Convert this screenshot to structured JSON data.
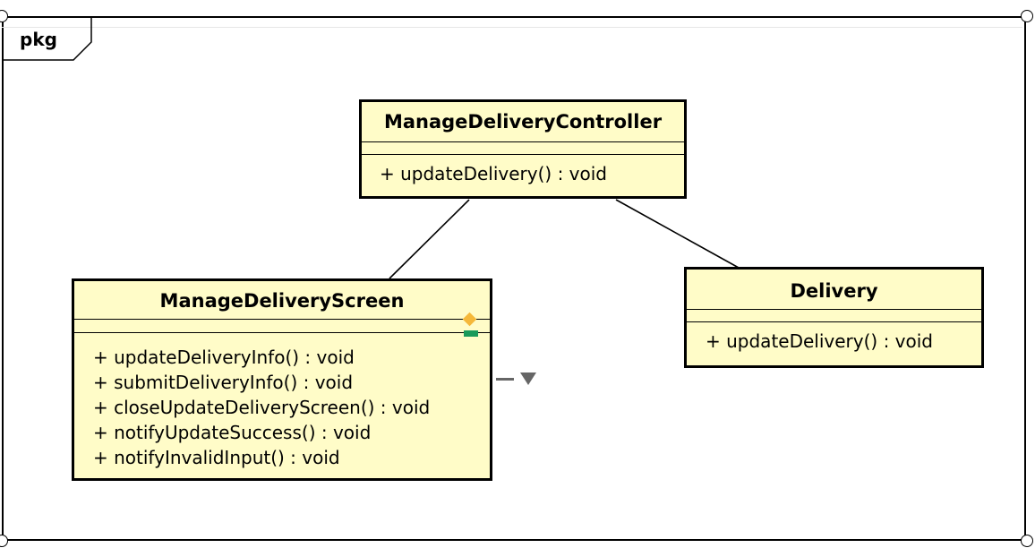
{
  "frame": {
    "label": "pkg"
  },
  "classes": {
    "controller": {
      "name": "ManageDeliveryController",
      "operations": [
        "+ updateDelivery() : void"
      ]
    },
    "screen": {
      "name": "ManageDeliveryScreen",
      "operations": [
        "+ updateDeliveryInfo() : void",
        "+ submitDeliveryInfo() : void",
        "+ closeUpdateDeliveryScreen() : void",
        "+ notifyUpdateSuccess() : void",
        "+ notifyInvalidInput() : void"
      ]
    },
    "delivery": {
      "name": "Delivery",
      "operations": [
        "+ updateDelivery() : void"
      ]
    }
  },
  "colors": {
    "class_fill": "#fffcc8",
    "diamond": "#f5b83a",
    "marker": "#1a9a5a"
  },
  "icons": [
    "diamond-icon",
    "collapse-arrow-icon"
  ]
}
